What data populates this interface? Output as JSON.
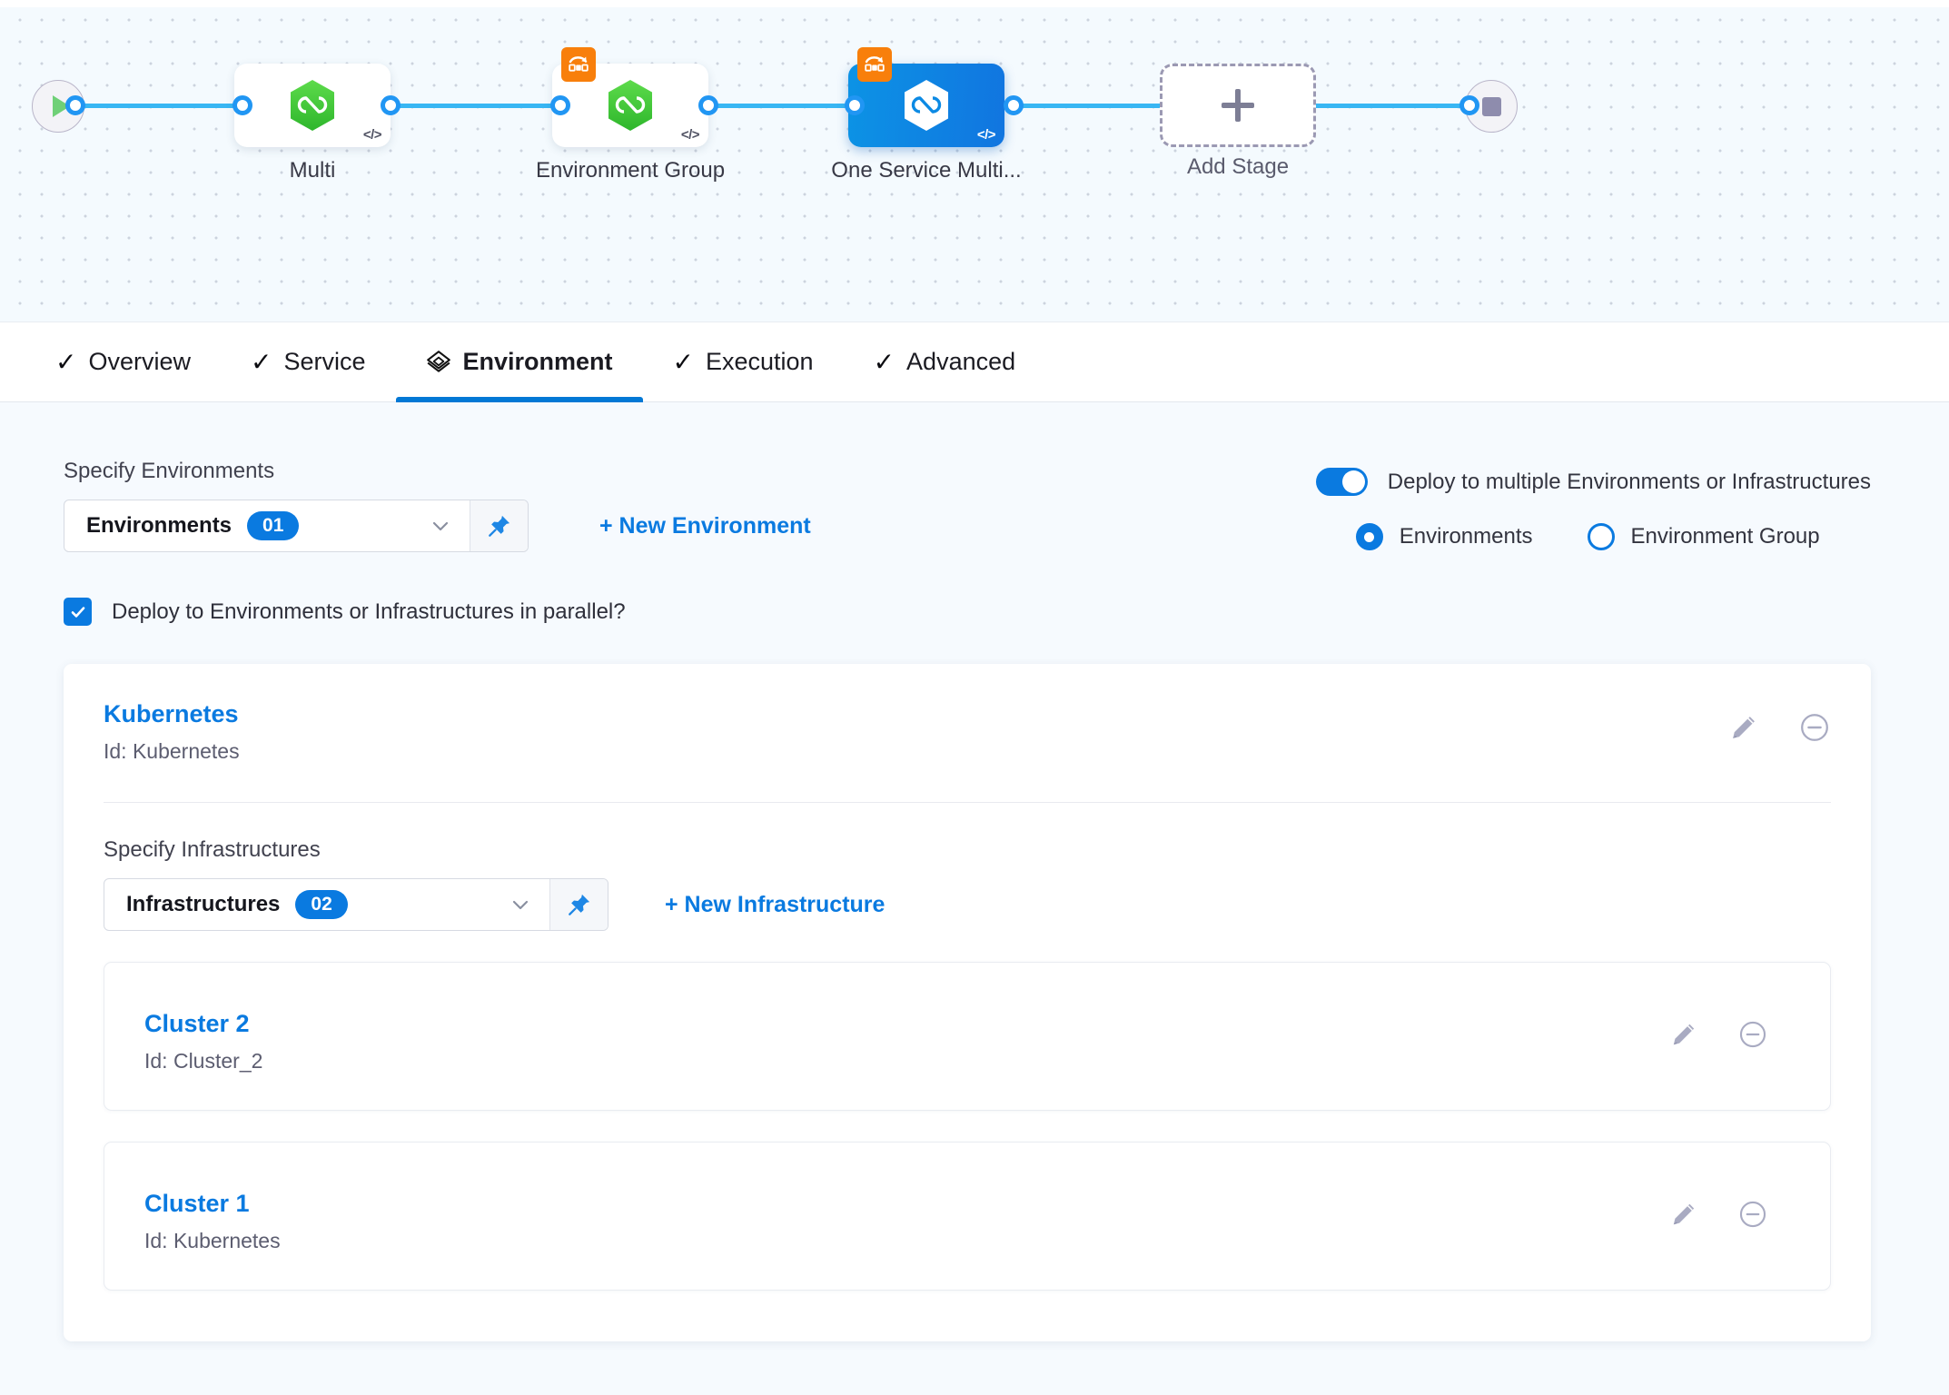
{
  "pipeline": {
    "start_icon": "play-icon",
    "end_icon": "stop-icon",
    "stages": [
      {
        "label": "Multi",
        "selected": false,
        "has_rollback_badge": false,
        "code_badge": "</>",
        "icon": "harness-hex-icon"
      },
      {
        "label": "Environment Group",
        "selected": false,
        "has_rollback_badge": true,
        "code_badge": "</>",
        "icon": "harness-hex-icon"
      },
      {
        "label": "One Service Multi...",
        "selected": true,
        "has_rollback_badge": true,
        "code_badge": "</>",
        "icon": "harness-hex-icon"
      }
    ],
    "add_stage": {
      "label": "Add Stage",
      "icon": "plus-icon"
    }
  },
  "tabs": [
    {
      "label": "Overview",
      "icon": "check-icon",
      "active": false
    },
    {
      "label": "Service",
      "icon": "check-icon",
      "active": false
    },
    {
      "label": "Environment",
      "icon": "layers-icon",
      "active": true
    },
    {
      "label": "Execution",
      "icon": "check-icon",
      "active": false
    },
    {
      "label": "Advanced",
      "icon": "check-icon",
      "active": false
    }
  ],
  "environments_section": {
    "label": "Specify Environments",
    "selector": {
      "value": "Environments",
      "count": "01",
      "chevron_icon": "chevron-down-icon",
      "pin_icon": "pin-icon"
    },
    "new_link": "+ New Environment"
  },
  "deploy_options": {
    "toggle_label": "Deploy to multiple Environments or Infrastructures",
    "toggle_on": true,
    "radios": [
      {
        "label": "Environments",
        "checked": true
      },
      {
        "label": "Environment Group",
        "checked": false
      }
    ]
  },
  "parallel_checkbox": {
    "label": "Deploy to Environments or Infrastructures in parallel?",
    "checked": true
  },
  "environment_card": {
    "title": "Kubernetes",
    "id_text": "Id: Kubernetes",
    "edit_icon": "pencil-icon",
    "remove_icon": "minus-circle-icon",
    "infrastructures_section": {
      "label": "Specify Infrastructures",
      "selector": {
        "value": "Infrastructures",
        "count": "02",
        "chevron_icon": "chevron-down-icon",
        "pin_icon": "pin-icon"
      },
      "new_link": "+ New Infrastructure"
    },
    "infrastructures": [
      {
        "title": "Cluster 2",
        "id_text": "Id: Cluster_2",
        "edit_icon": "pencil-icon",
        "remove_icon": "minus-circle-icon"
      },
      {
        "title": "Cluster 1",
        "id_text": "Id: Kubernetes",
        "edit_icon": "pencil-icon",
        "remove_icon": "minus-circle-icon"
      }
    ]
  },
  "colors": {
    "accent_blue": "#0a7ae0",
    "link_blue": "#0a7ae0",
    "connector_blue": "#38b6f3",
    "selected_stage": "#0c93e5",
    "rollback_orange": "#f87f0b",
    "harness_green": "#4bd338",
    "canvas_bg": "#f4fafe"
  }
}
